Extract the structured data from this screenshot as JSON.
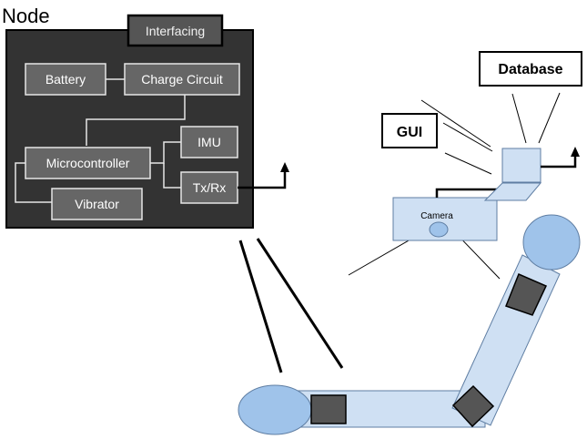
{
  "node": {
    "title": "Node",
    "interfacing": "Interfacing",
    "battery": "Battery",
    "charge_circuit": "Charge Circuit",
    "microcontroller": "Microcontroller",
    "imu": "IMU",
    "txrx": "Tx/Rx",
    "vibrator": "Vibrator"
  },
  "system": {
    "gui": "GUI",
    "database": "Database",
    "camera": "Camera"
  },
  "colors": {
    "node_fill": "#333333",
    "block_fill": "#666666",
    "block_stroke": "#e6e6e6",
    "limb_fill": "#cfe0f3",
    "limb_stroke": "#5f7ea3",
    "joint_fill": "#9fc3ea",
    "sensor_fill": "#555555"
  }
}
